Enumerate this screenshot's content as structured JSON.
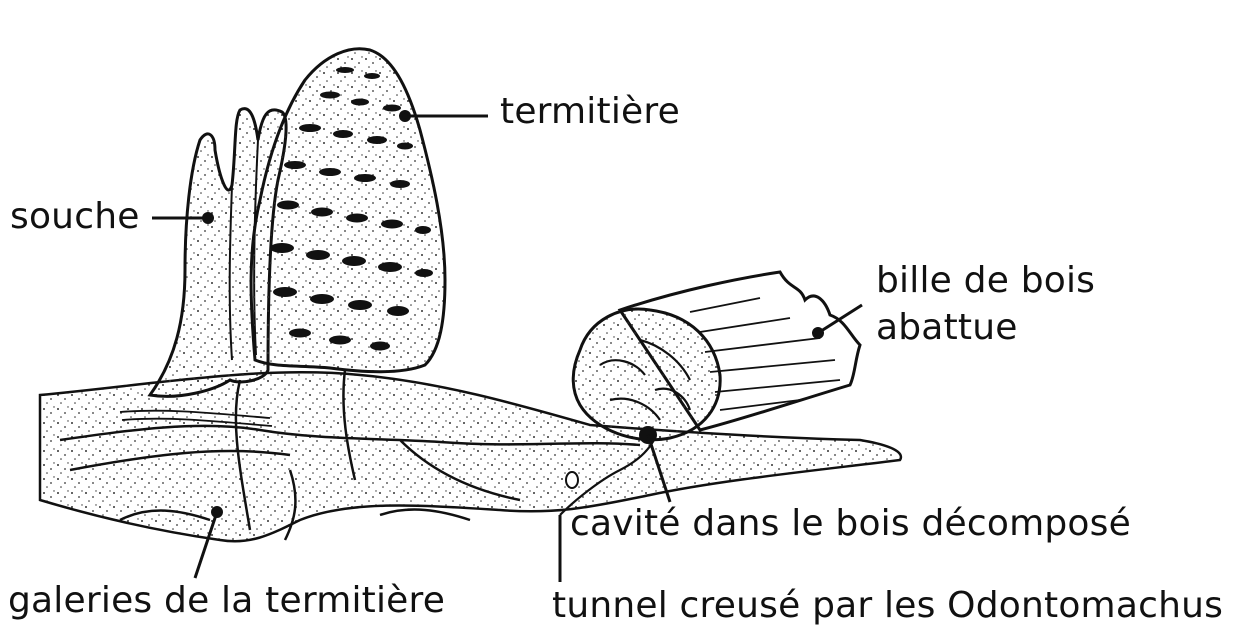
{
  "labels": {
    "termitiere": "termitière",
    "souche": "souche",
    "bille_line1": "bille de bois",
    "bille_line2": "abattue",
    "cavite": "cavité dans le bois décomposé",
    "galeries": "galeries de la termitière",
    "tunnel": "tunnel creusé par les Odontomachus"
  },
  "colors": {
    "ink": "#111111",
    "background": "#ffffff",
    "stipple": "#333333"
  }
}
